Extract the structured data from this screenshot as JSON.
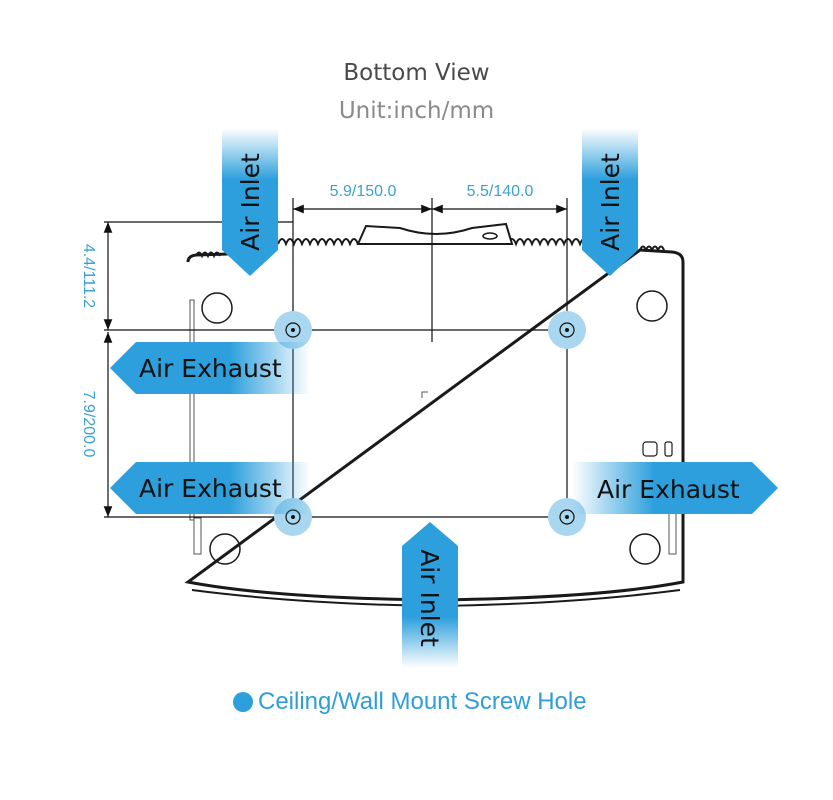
{
  "header": {
    "title": "Bottom View",
    "unit": "Unit:inch/mm"
  },
  "dimensions": {
    "top_left": "5.9/150.0",
    "top_right": "5.5/140.0",
    "left_upper": "4.4/111.2",
    "left_lower": "7.9/200.0"
  },
  "airflow": {
    "inlet_top_left": "Air Inlet",
    "inlet_top_right": "Air Inlet",
    "inlet_bottom": "Air Inlet",
    "exhaust_left_upper": "Air Exhaust",
    "exhaust_left_lower": "Air Exhaust",
    "exhaust_right": "Air Exhaust"
  },
  "legend": {
    "label": "Ceiling/Wall Mount Screw Hole"
  },
  "colors": {
    "accent": "#2c9fdc",
    "dimension_text": "#3aa1d3",
    "screw_halo": "#a9d7f0"
  }
}
